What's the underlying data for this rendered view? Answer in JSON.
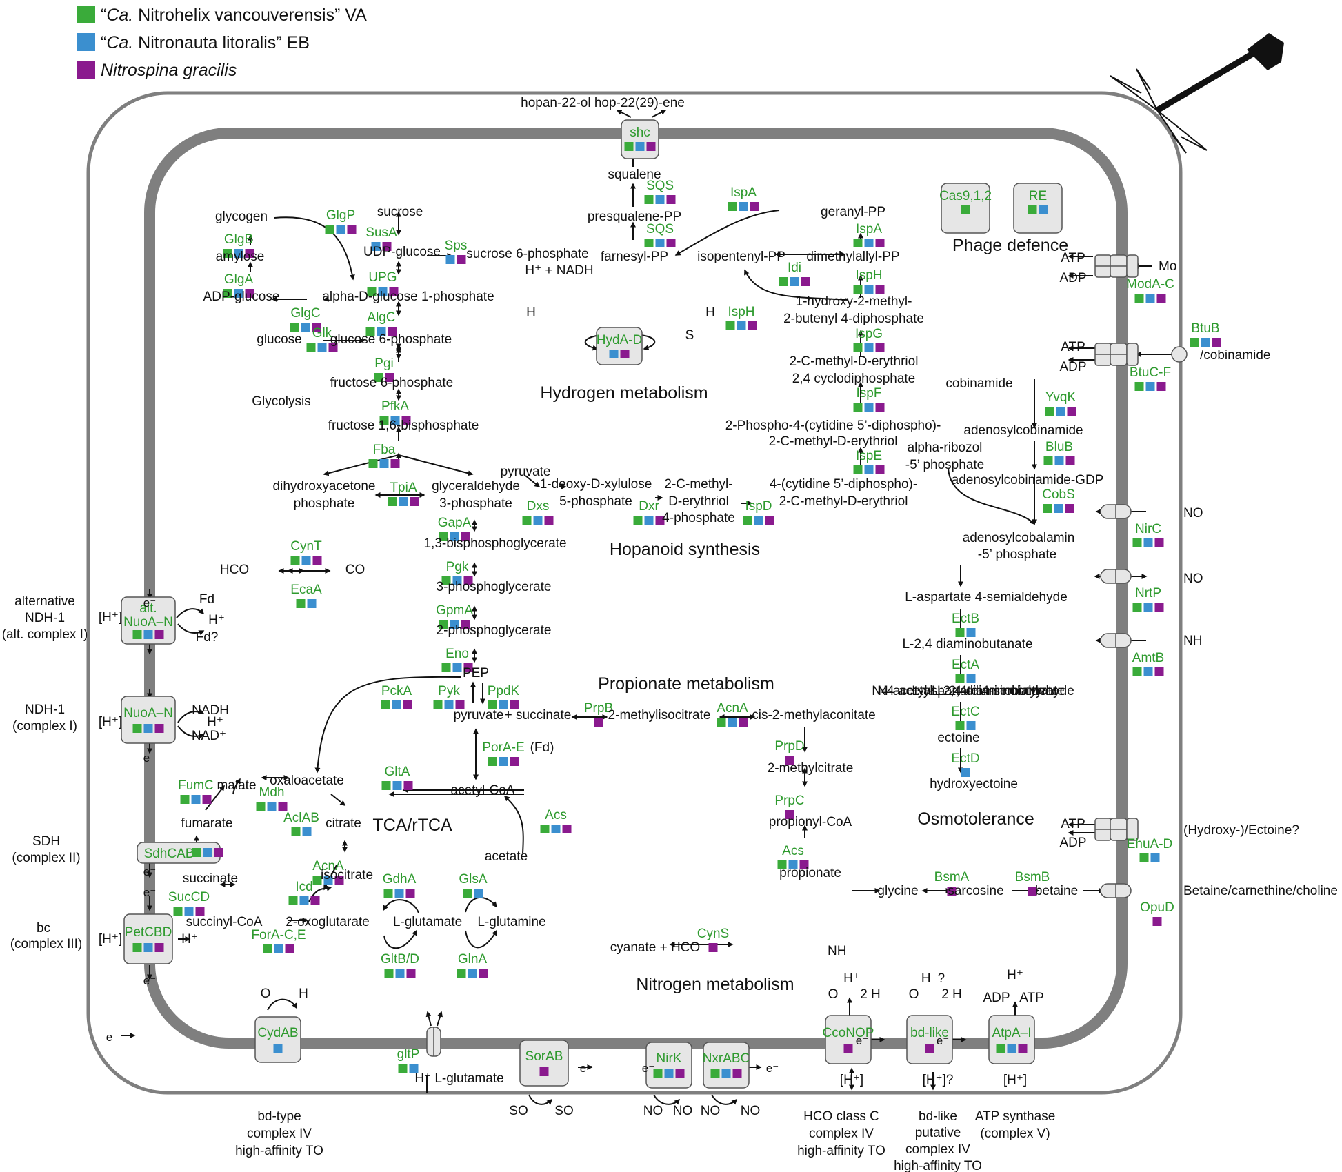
{
  "colors": {
    "green": "#3aab3a",
    "blue": "#3b8fcf",
    "purple": "#8a1a8e",
    "enzyme_text": "#2e9a2e",
    "membrane": "#7f7f7f",
    "box_fill": "#e6e6e6"
  },
  "legend": [
    {
      "color": "green",
      "prefix": "“",
      "italic": "Ca.",
      "rest": " Nitrohelix vancouverensis” VA"
    },
    {
      "color": "blue",
      "prefix": "“",
      "italic": "Ca.",
      "rest": " Nitronauta litoralis” EB"
    },
    {
      "color": "purple",
      "prefix": "",
      "italic": "Nitrospina gracilis",
      "rest": ""
    }
  ],
  "sections": {
    "glycolysis": "Glycolysis",
    "hydrogen": "Hydrogen metabolism",
    "hopanoid": "Hopanoid synthesis",
    "propionate": "Propionate metabolism",
    "tca": "TCA/rTCA",
    "osmo": "Osmotolerance",
    "nitrogen": "Nitrogen metabolism",
    "phage": "Phage defence"
  },
  "enzymes": [
    {
      "id": "shc",
      "label": "shc",
      "boxed": true,
      "squares": [
        "green",
        "blue",
        "purple"
      ]
    },
    {
      "id": "sqs1",
      "label": "SQS",
      "squares": [
        "green",
        "blue",
        "purple"
      ]
    },
    {
      "id": "sqs2",
      "label": "SQS",
      "squares": [
        "green",
        "blue",
        "purple"
      ]
    },
    {
      "id": "ispa1",
      "label": "IspA",
      "squares": [
        "green",
        "blue",
        "purple"
      ]
    },
    {
      "id": "ispa2",
      "label": "IspA",
      "squares": [
        "green",
        "blue",
        "purple"
      ]
    },
    {
      "id": "idi",
      "label": "Idi",
      "squares": [
        "green",
        "blue",
        "purple"
      ]
    },
    {
      "id": "isph1",
      "label": "IspH",
      "squares": [
        "green",
        "blue",
        "purple"
      ]
    },
    {
      "id": "isph2",
      "label": "IspH",
      "squares": [
        "green",
        "blue",
        "purple"
      ]
    },
    {
      "id": "ispg",
      "label": "IspG",
      "squares": [
        "green",
        "blue",
        "purple"
      ]
    },
    {
      "id": "ispf",
      "label": "IspF",
      "squares": [
        "green",
        "blue",
        "purple"
      ]
    },
    {
      "id": "ispe",
      "label": "IspE",
      "squares": [
        "green",
        "blue",
        "purple"
      ]
    },
    {
      "id": "ispd",
      "label": "IspD",
      "squares": [
        "green",
        "blue",
        "purple"
      ]
    },
    {
      "id": "dxr",
      "label": "Dxr",
      "squares": [
        "green",
        "blue",
        "purple"
      ]
    },
    {
      "id": "dxs",
      "label": "Dxs",
      "squares": [
        "green",
        "blue",
        "purple"
      ]
    },
    {
      "id": "cas",
      "label": "Cas9,1,2",
      "boxed": true,
      "squares": [
        "green"
      ]
    },
    {
      "id": "re",
      "label": "RE",
      "boxed": true,
      "squares": [
        "green",
        "blue"
      ]
    },
    {
      "id": "glgp",
      "label": "GlgP",
      "squares": [
        "green",
        "blue",
        "purple"
      ]
    },
    {
      "id": "glgb",
      "label": "GlgB",
      "squares": [
        "green",
        "blue",
        "purple"
      ]
    },
    {
      "id": "glga",
      "label": "GlgA",
      "squares": [
        "green",
        "blue",
        "purple"
      ]
    },
    {
      "id": "glgc",
      "label": "GlgC",
      "squares": [
        "green",
        "blue",
        "purple"
      ]
    },
    {
      "id": "susa",
      "label": "SusA",
      "squares": [
        "blue",
        "purple"
      ]
    },
    {
      "id": "sps",
      "label": "Sps",
      "squares": [
        "blue",
        "purple"
      ]
    },
    {
      "id": "upg",
      "label": "UPG",
      "squares": [
        "green",
        "blue",
        "purple"
      ]
    },
    {
      "id": "algc",
      "label": "AlgC",
      "squares": [
        "green",
        "blue",
        "purple"
      ]
    },
    {
      "id": "glk",
      "label": "Glk",
      "squares": [
        "green",
        "blue",
        "purple"
      ]
    },
    {
      "id": "pgi",
      "label": "Pgi",
      "squares": [
        "green",
        "purple"
      ]
    },
    {
      "id": "pfka",
      "label": "PfkA",
      "squares": [
        "green",
        "blue",
        "purple"
      ]
    },
    {
      "id": "fba",
      "label": "Fba",
      "squares": [
        "green",
        "blue",
        "purple"
      ]
    },
    {
      "id": "tpia",
      "label": "TpiA",
      "squares": [
        "green",
        "blue",
        "purple"
      ]
    },
    {
      "id": "gapa",
      "label": "GapA",
      "squares": [
        "green",
        "blue",
        "purple"
      ]
    },
    {
      "id": "pgk",
      "label": "Pgk",
      "squares": [
        "green",
        "blue",
        "purple"
      ]
    },
    {
      "id": "gpma",
      "label": "GpmA",
      "squares": [
        "green",
        "blue",
        "purple"
      ]
    },
    {
      "id": "eno",
      "label": "Eno",
      "squares": [
        "green",
        "blue",
        "purple"
      ]
    },
    {
      "id": "hyda",
      "label": "HydA-D",
      "boxed": true,
      "squares": [
        "blue",
        "purple"
      ]
    },
    {
      "id": "cynt",
      "label": "CynT",
      "squares": [
        "green",
        "blue",
        "purple"
      ]
    },
    {
      "id": "ecaa",
      "label": "EcaA",
      "squares": [
        "green",
        "blue"
      ]
    },
    {
      "id": "pcka",
      "label": "PckA",
      "squares": [
        "green",
        "blue",
        "purple"
      ]
    },
    {
      "id": "pyk",
      "label": "Pyk",
      "squares": [
        "green",
        "blue",
        "purple"
      ]
    },
    {
      "id": "ppdk",
      "label": "PpdK",
      "squares": [
        "green",
        "blue",
        "purple"
      ]
    },
    {
      "id": "prpb",
      "label": "PrpB",
      "squares": [
        "purple"
      ]
    },
    {
      "id": "acna1",
      "label": "AcnA",
      "squares": [
        "green",
        "blue",
        "purple"
      ]
    },
    {
      "id": "prpd",
      "label": "PrpD",
      "squares": [
        "purple"
      ]
    },
    {
      "id": "prpc",
      "label": "PrpC",
      "squares": [
        "purple"
      ]
    },
    {
      "id": "acs2",
      "label": "Acs",
      "squares": [
        "green",
        "blue",
        "purple"
      ]
    },
    {
      "id": "pora",
      "label": "PorA-E",
      "squares": [
        "green",
        "blue",
        "purple"
      ]
    },
    {
      "id": "glta",
      "label": "GltA",
      "squares": [
        "green",
        "blue",
        "purple"
      ]
    },
    {
      "id": "acs1",
      "label": "Acs",
      "squares": [
        "green",
        "blue",
        "purple"
      ]
    },
    {
      "id": "fumc",
      "label": "FumC",
      "squares": [
        "green",
        "blue",
        "purple"
      ]
    },
    {
      "id": "mdh",
      "label": "Mdh",
      "squares": [
        "green",
        "blue",
        "purple"
      ]
    },
    {
      "id": "aclab",
      "label": "AclAB",
      "squares": [
        "green",
        "blue"
      ]
    },
    {
      "id": "acna2",
      "label": "AcnA",
      "squares": [
        "green",
        "blue",
        "purple"
      ]
    },
    {
      "id": "icd",
      "label": "Icd",
      "squares": [
        "green",
        "blue",
        "purple"
      ]
    },
    {
      "id": "succd",
      "label": "SucCD",
      "squares": [
        "green",
        "blue",
        "purple"
      ]
    },
    {
      "id": "forac",
      "label": "ForA-C,E",
      "squares": [
        "green",
        "blue",
        "purple"
      ]
    },
    {
      "id": "gdha",
      "label": "GdhA",
      "squares": [
        "green",
        "blue",
        "purple"
      ]
    },
    {
      "id": "glsa",
      "label": "GlsA",
      "squares": [
        "green",
        "blue"
      ]
    },
    {
      "id": "gltbd",
      "label": "GltB/D",
      "squares": [
        "green",
        "blue",
        "purple"
      ]
    },
    {
      "id": "glna",
      "label": "GlnA",
      "squares": [
        "green",
        "blue",
        "purple"
      ]
    },
    {
      "id": "cyns",
      "label": "CynS",
      "squares": [
        "purple"
      ]
    },
    {
      "id": "modac",
      "label": "ModA-C",
      "squares": [
        "green",
        "blue",
        "purple"
      ]
    },
    {
      "id": "btub",
      "label": "BtuB",
      "squares": [
        "green",
        "blue",
        "purple"
      ]
    },
    {
      "id": "btucf",
      "label": "BtuC-F",
      "squares": [
        "green",
        "blue",
        "purple"
      ]
    },
    {
      "id": "yvqk",
      "label": "YvqK",
      "squares": [
        "green",
        "blue",
        "purple"
      ]
    },
    {
      "id": "blub",
      "label": "BluB",
      "squares": [
        "green",
        "blue",
        "purple"
      ]
    },
    {
      "id": "cobs",
      "label": "CobS",
      "squares": [
        "green",
        "blue",
        "purple"
      ]
    },
    {
      "id": "nirc",
      "label": "NirC",
      "squares": [
        "green",
        "blue",
        "purple"
      ]
    },
    {
      "id": "nrtp",
      "label": "NrtP",
      "squares": [
        "green",
        "blue",
        "purple"
      ]
    },
    {
      "id": "amtb",
      "label": "AmtB",
      "squares": [
        "green",
        "blue",
        "purple"
      ]
    },
    {
      "id": "ectb",
      "label": "EctB",
      "squares": [
        "green",
        "blue"
      ]
    },
    {
      "id": "ecta",
      "label": "EctA",
      "squares": [
        "green",
        "blue"
      ]
    },
    {
      "id": "ectc",
      "label": "EctC",
      "squares": [
        "green",
        "blue"
      ]
    },
    {
      "id": "ectd",
      "label": "EctD",
      "squares": [
        "blue"
      ]
    },
    {
      "id": "ehuad",
      "label": "EhuA-D",
      "squares": [
        "green",
        "blue"
      ]
    },
    {
      "id": "bsma",
      "label": "BsmA",
      "squares": [
        "purple"
      ]
    },
    {
      "id": "bsmb",
      "label": "BsmB",
      "squares": [
        "purple"
      ]
    },
    {
      "id": "opud",
      "label": "OpuD",
      "squares": [
        "purple"
      ]
    },
    {
      "id": "altnuo",
      "label": "alt.",
      "label2": "NuoA–N",
      "boxed": true,
      "squares": [
        "green",
        "blue",
        "purple"
      ]
    },
    {
      "id": "nuoan",
      "label": "NuoA–N",
      "boxed": true,
      "squares": [
        "green",
        "blue",
        "purple"
      ]
    },
    {
      "id": "sdhcab",
      "label": "SdhCAB",
      "boxed": true,
      "squares": [
        "green",
        "blue",
        "purple"
      ]
    },
    {
      "id": "petcbd",
      "label": "PetCBD",
      "boxed": true,
      "squares": [
        "green",
        "blue",
        "purple"
      ]
    },
    {
      "id": "cydab",
      "label": "CydAB",
      "boxed": true,
      "squares": [
        "blue"
      ]
    },
    {
      "id": "gltp",
      "label": "gltP",
      "squares": [
        "green",
        "blue"
      ]
    },
    {
      "id": "sorab",
      "label": "SorAB",
      "boxed": true,
      "squares": [
        "purple"
      ]
    },
    {
      "id": "nirk",
      "label": "NirK",
      "boxed": true,
      "squares": [
        "green",
        "blue",
        "purple"
      ]
    },
    {
      "id": "nxrabc",
      "label": "NxrABC",
      "boxed": true,
      "squares": [
        "green",
        "blue",
        "purple"
      ]
    },
    {
      "id": "cconop",
      "label": "CcoNOP",
      "boxed": true,
      "squares": [
        "purple"
      ]
    },
    {
      "id": "bdlike",
      "label": "bd-like",
      "boxed": true,
      "squares": [
        "purple"
      ]
    },
    {
      "id": "atpa",
      "label": "AtpA–I",
      "boxed": true,
      "squares": [
        "green",
        "blue",
        "purple"
      ]
    }
  ],
  "metabolites": {
    "hopan": "hopan-22-ol hop-22(29)-ene",
    "squalene": "squalene",
    "presqualene": "presqualene-PP",
    "farnesyl": "farnesyl-PP",
    "geranyl": "geranyl-PP",
    "isopentenyl": "isopentenyl-PP",
    "dimethylallyl": "dimethylallyl-PP",
    "hmbpp1": "1-hydroxy-2-methyl-",
    "hmbpp2": "2-butenyl 4-diphosphate",
    "mecpp1": "2-C-methyl-D-erythriol",
    "mecpp2": "2,4 cyclodiphosphate",
    "cdpmep1": "2-Phospho-4-(cytidine 5’-diphospho)-",
    "cdpmep2": "2-C-methyl-D-erythriol",
    "cdpme1": "4-(cytidine 5’-diphospho)-",
    "cdpme2": "2-C-methyl-D-erythriol",
    "mep1": "2-C-methyl-",
    "mep2": "D-erythriol",
    "mep3": "4-phosphate",
    "dxp1": "1-deoxy-D-xylulose",
    "dxp2": "5-phosphate",
    "pyruvate_top": "pyruvate",
    "glycogen": "glycogen",
    "amylose": "amylose",
    "adpglucose": "ADP-glucose",
    "sucrose": "sucrose",
    "udpglucose": "UDP-glucose",
    "sucrose6p": "sucrose 6-phosphate",
    "ag1p": "alpha-D-glucose 1-phosphate",
    "glucose": "glucose",
    "g6p": "glucose 6-phosphate",
    "f6p": "fructose 6-phosphate",
    "f16bp": "fructose 1,6-bisphosphate",
    "dhap1": "dihydroxyacetone",
    "dhap2": "phosphate",
    "g3p1": "glyceraldehyde",
    "g3p2": "3-phosphate",
    "bpg": "1,3-bisphosphoglycerate",
    "pg3": "3-phosphoglycerate",
    "pg2": "2-phosphoglycerate",
    "pep": "PEP",
    "pyruvate": "pyruvate",
    "succinate_plus": "+ succinate",
    "methylisocitrate": "2-methylisocitrate",
    "methylaconitate": "cis-2-methylaconitate",
    "methylcitrate": "2-methylcitrate",
    "propionylcoa": "propionyl-CoA",
    "propionate": "propionate",
    "fd": "(Fd)",
    "acetylcoa": "acetyl-CoA",
    "acetate": "acetate",
    "oxaloacetate": "oxaloacetate",
    "malate": "malate",
    "fumarate": "fumarate",
    "citrate": "citrate",
    "isocitrate": "isocitrate",
    "succinate": "succinate",
    "succinylcoa": "succinyl-CoA",
    "oxoglutarate": "2-oxoglutarate",
    "lglutamate": "L-glutamate",
    "lglutamine": "L-glutamine",
    "nh3": "NH",
    "cyan_left": "cyanate + HCO",
    "cyan_right": "NH",
    "hco3": "HCO",
    "co2h2o": "CO",
    "h_nadh": "H⁺ + NADH",
    "h2_nad": "H",
    "s0_nadh": "S",
    "h2s_nad": "H",
    "cobinamide": "cobinamide",
    "adenosylcobinamide": "adenosylcobinamide",
    "ribozol1": "alpha-ribozol",
    "ribozol2": "-5’ phosphate",
    "adocbigdp": "adenosylcobinamide-GDP",
    "adocbl1": "adenosylcobalamin",
    "adocbl2": "-5’ phosphate",
    "asa": "L-aspartate 4-semialdehyde",
    "dab": "L-2,4 diaminobutanate",
    "adab": "N4-acetyl-L-2,4-diaminobutyrate",
    "ectoine": "ectoine",
    "hydroxyectoine": "hydroxyectoine",
    "glycine": "glycine",
    "sarcosine": "sarcosine",
    "betaine": "betaine",
    "atp": "ATP",
    "adp": "ADP",
    "mo": "Mo",
    "b12": "/cobinamide",
    "no2": "NO",
    "no2no3": "NO",
    "nh4": "NH",
    "hydroxyectoine_q": "(Hydroxy-)/Ectoine?",
    "betaine_choline": "Betaine/carnethine/choline",
    "hplus": "H⁺",
    "hbr": "[H⁺]",
    "fd2": "Fd",
    "fdq": "Fd?",
    "nadh": "NADH",
    "nadp": "NAD⁺",
    "eminus": "e⁻",
    "o2h": "O",
    "h2o": "H",
    "lglut_gltp": "H⁺ L-glutamate",
    "so3": "SO",
    "so4": "SO",
    "no2_nirk": "NO",
    "no_nirk": "NO",
    "no3": "NO",
    "h2o2": "2 H",
    "hq": "H⁺?",
    "hbrq": "[H⁺]?"
  },
  "left_labels": {
    "altndh1": "alternative",
    "altndh2": "NDH-1",
    "altndh3": "(alt. complex I)",
    "ndh1": "NDH-1",
    "ndh2": "(complex I)",
    "sdh1": "SDH",
    "sdh2": "(complex II)",
    "bc1a": "bc",
    "bc1b": "(complex III)"
  },
  "bottom_labels": {
    "bd1": "bd-type",
    "bd2": "complex IV",
    "bd3": "high-affinity TO",
    "hco1": "HCO class C",
    "hco2": "complex IV",
    "hco3": "high-affinity TO",
    "bdl1": "bd-like",
    "bdl2": "putative",
    "bdl3": "complex IV",
    "bdl4": "high-affinity TO",
    "atp1": "ATP synthase",
    "atp2": "(complex V)"
  }
}
